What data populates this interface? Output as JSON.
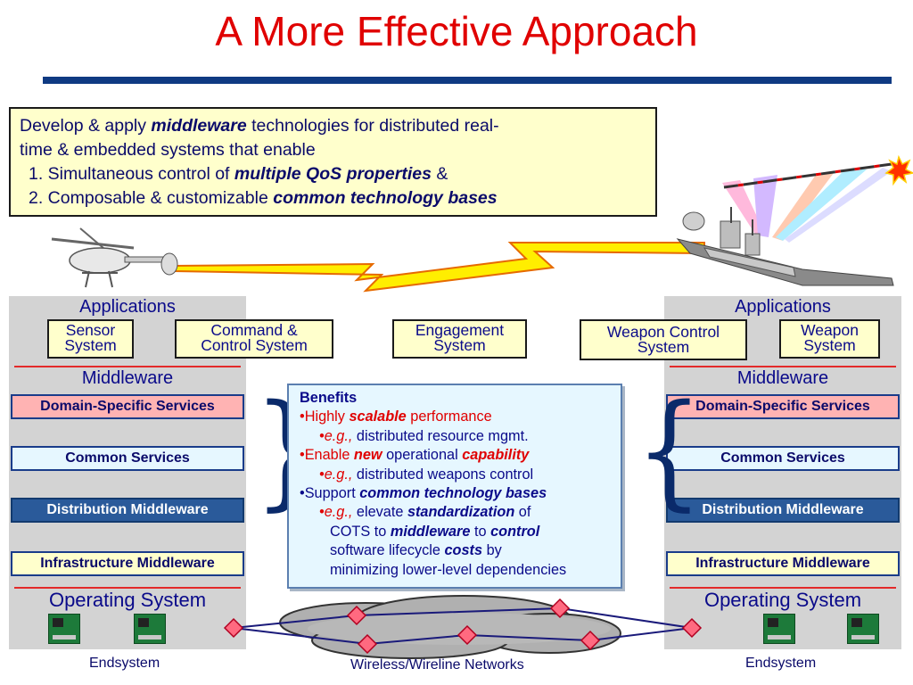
{
  "title": "A More Effective Approach",
  "intro": {
    "line1_pre": "Develop & apply ",
    "line1_em": "middleware",
    "line1_post": " technologies for distributed real-",
    "line2": "time & embedded systems that enable",
    "item1_pre": "1. Simultaneous control of ",
    "item1_em": "multiple QoS properties",
    "item1_post": " &",
    "item2_pre": "2. Composable & customizable ",
    "item2_em": "common technology bases"
  },
  "left_stack": {
    "applications": "Applications",
    "middleware": "Middleware",
    "domain": "Domain-Specific Services",
    "common": "Common Services",
    "distribution": "Distribution Middleware",
    "infrastructure": "Infrastructure Middleware",
    "os": "Operating System"
  },
  "right_stack": {
    "applications": "Applications",
    "middleware": "Middleware",
    "domain": "Domain-Specific Services",
    "common": "Common Services",
    "distribution": "Distribution Middleware",
    "infrastructure": "Infrastructure Middleware",
    "os": "Operating System"
  },
  "apps": {
    "sensor_l1": "Sensor",
    "sensor_l2": "System",
    "cmd_l1": "Command &",
    "cmd_l2": "Control System",
    "eng_l1": "Engagement",
    "eng_l2": "System",
    "wcs_l1": "Weapon Control",
    "wcs_l2": "System",
    "weapon_l1": "Weapon",
    "weapon_l2": "System"
  },
  "benefits": {
    "heading": "Benefits",
    "b1_pre": "•Highly ",
    "b1_em": "scalable",
    "b1_post": " performance",
    "b1_sub_eg": "•e.g.,",
    "b1_sub": " distributed resource mgmt.",
    "b2_pre": "•Enable ",
    "b2_em1": "new",
    "b2_mid": " operational ",
    "b2_em2": "capability",
    "b2_sub_eg": "•e.g.,",
    "b2_sub": " distributed weapons control",
    "b3_pre": "•Support ",
    "b3_em": "common technology bases",
    "b3_sub_eg": "•e.g.,",
    "b3_sub1": " elevate ",
    "b3_sub_em1": "standardization",
    "b3_sub2": " of",
    "b3_l2_pre": "COTS to ",
    "b3_l2_em1": "middleware",
    "b3_l2_mid": " to ",
    "b3_l2_em2": "control",
    "b3_l3_pre": "software lifecycle ",
    "b3_l3_em": "costs",
    "b3_l3_post": " by",
    "b3_l4": "minimizing lower-level dependencies"
  },
  "captions": {
    "endsystem_left": "Endsystem",
    "endsystem_right": "Endsystem",
    "networks": "Wireless/Wireline Networks"
  },
  "colors": {
    "title": "#e00000",
    "rule": "#0f3a82",
    "text": "#0a0a8a",
    "emphasis_red": "#e00000",
    "stack_bg": "#d3d3d3",
    "domain_box": "#ffb3b3",
    "common_box": "#e6f7ff",
    "distribution_box": "#2a5a9a",
    "yellow_box": "#ffffcc",
    "lightning": "#ffee00"
  },
  "icons": [
    "helicopter-icon",
    "ship-icon",
    "lightning-bolt-icon",
    "laser-beams-icon",
    "explosion-icon",
    "circuit-board-icon",
    "network-cloud-icon",
    "network-node-icon",
    "brace-icon"
  ]
}
